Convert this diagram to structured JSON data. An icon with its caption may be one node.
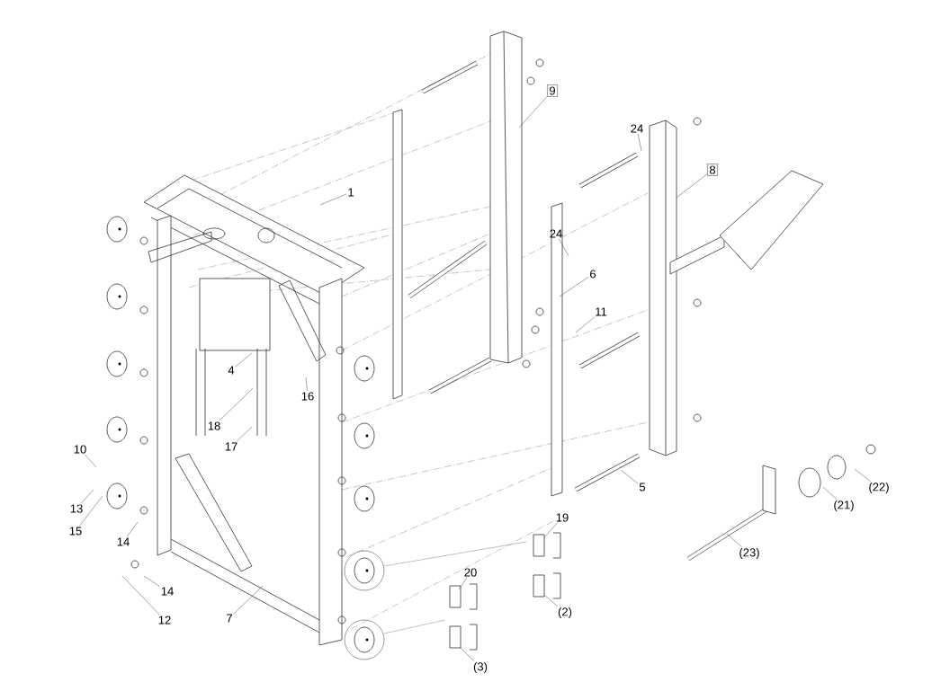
{
  "diagram": {
    "nodes": [
      {
        "text": [
          "9"
        ]
      },
      {
        "text": [
          "24"
        ]
      },
      {
        "text": [
          "8"
        ]
      },
      {
        "text": [
          "1"
        ]
      },
      {
        "text": [
          "24"
        ]
      },
      {
        "text": [
          "6"
        ]
      },
      {
        "text": [
          "11"
        ]
      },
      {
        "text": [
          "4"
        ]
      },
      {
        "text": [
          "16"
        ]
      },
      {
        "text": [
          "18"
        ]
      },
      {
        "text": [
          "17"
        ]
      },
      {
        "text": [
          "10"
        ]
      },
      {
        "text": [
          "5"
        ]
      },
      {
        "text": [
          "(22)"
        ]
      },
      {
        "text": [
          "(21)"
        ]
      },
      {
        "text": [
          "13"
        ]
      },
      {
        "text": [
          "19"
        ]
      },
      {
        "text": [
          "15"
        ]
      },
      {
        "text": [
          "14"
        ]
      },
      {
        "text": [
          "(23)"
        ]
      },
      {
        "text": [
          "20"
        ]
      },
      {
        "text": [
          "14"
        ]
      },
      {
        "text": [
          "(2)"
        ]
      },
      {
        "text": [
          "12"
        ]
      },
      {
        "text": [
          "7"
        ]
      },
      {
        "text": [
          "(3)"
        ]
      }
    ],
    "edges": [
      {
        "from": 0,
        "to": null,
        "arrow": "none"
      },
      {
        "from": 1,
        "to": null,
        "arrow": "none"
      },
      {
        "from": 2,
        "to": null,
        "arrow": "none"
      },
      {
        "from": 3,
        "to": null,
        "arrow": "none"
      },
      {
        "from": 4,
        "to": null,
        "arrow": "none"
      },
      {
        "from": 5,
        "to": null,
        "arrow": "none"
      },
      {
        "from": 6,
        "to": null,
        "arrow": "none"
      },
      {
        "from": 7,
        "to": null,
        "arrow": "none"
      },
      {
        "from": 8,
        "to": null,
        "arrow": "none"
      },
      {
        "from": 9,
        "to": null,
        "arrow": "none"
      },
      {
        "from": 10,
        "to": null,
        "arrow": "none"
      },
      {
        "from": 11,
        "to": null,
        "arrow": "none"
      },
      {
        "from": 12,
        "to": null,
        "arrow": "none"
      },
      {
        "from": 13,
        "to": null,
        "arrow": "none"
      },
      {
        "from": 14,
        "to": null,
        "arrow": "none"
      },
      {
        "from": 15,
        "to": null,
        "arrow": "none"
      },
      {
        "from": 16,
        "to": null,
        "arrow": "none"
      },
      {
        "from": 17,
        "to": null,
        "arrow": "none"
      },
      {
        "from": 18,
        "to": null,
        "arrow": "none"
      },
      {
        "from": 19,
        "to": null,
        "arrow": "none"
      },
      {
        "from": 20,
        "to": null,
        "arrow": "none"
      },
      {
        "from": 21,
        "to": null,
        "arrow": "none"
      },
      {
        "from": 22,
        "to": null,
        "arrow": "none"
      },
      {
        "from": 23,
        "to": null,
        "arrow": "none"
      },
      {
        "from": 24,
        "to": null,
        "arrow": "none"
      },
      {
        "from": 25,
        "to": null,
        "arrow": "none"
      }
    ]
  }
}
